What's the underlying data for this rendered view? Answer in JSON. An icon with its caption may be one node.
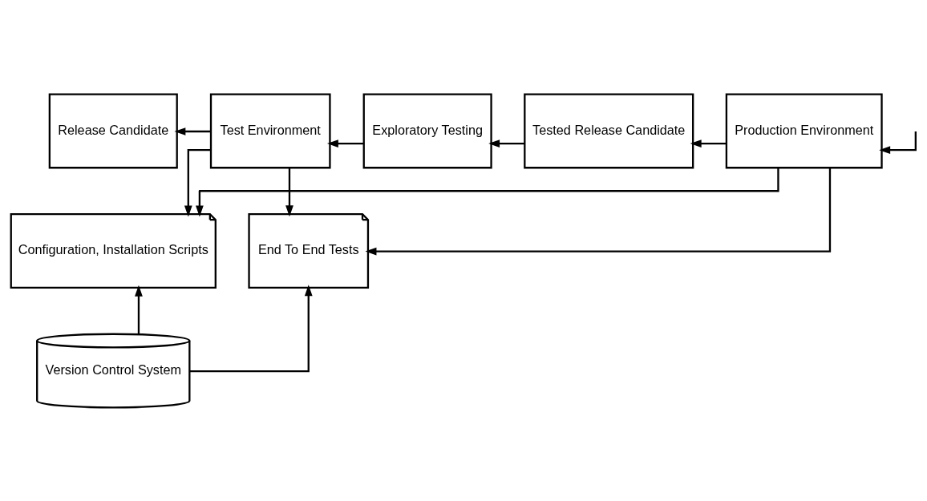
{
  "diagram": {
    "nodes": [
      {
        "text": [
          "Release Candidate"
        ]
      },
      {
        "text": [
          "Test Environment"
        ]
      },
      {
        "text": [
          "Exploratory Testing"
        ]
      },
      {
        "text": [
          "Tested Release Candidate"
        ]
      },
      {
        "text": [
          "Production Environment"
        ]
      },
      {
        "text": [
          "Configuration, Installation Scripts"
        ]
      },
      {
        "text": [
          "End To End Tests"
        ]
      },
      {
        "text": [
          "Version Control System"
        ]
      }
    ],
    "edges": [
      {
        "from": null,
        "to": 4,
        "arrow": "to"
      },
      {
        "from": 4,
        "to": 3,
        "arrow": "to"
      },
      {
        "from": 3,
        "to": 2,
        "arrow": "to"
      },
      {
        "from": 2,
        "to": 1,
        "arrow": "to"
      },
      {
        "from": 1,
        "to": 0,
        "arrow": "to"
      },
      {
        "from": 1,
        "to": 5,
        "arrow": "to"
      },
      {
        "from": 1,
        "to": 6,
        "arrow": "to"
      },
      {
        "from": 4,
        "to": 5,
        "arrow": "to"
      },
      {
        "from": 4,
        "to": 6,
        "arrow": "to"
      },
      {
        "from": 7,
        "to": 5,
        "arrow": "to"
      },
      {
        "from": 7,
        "to": 6,
        "arrow": "to"
      }
    ]
  }
}
